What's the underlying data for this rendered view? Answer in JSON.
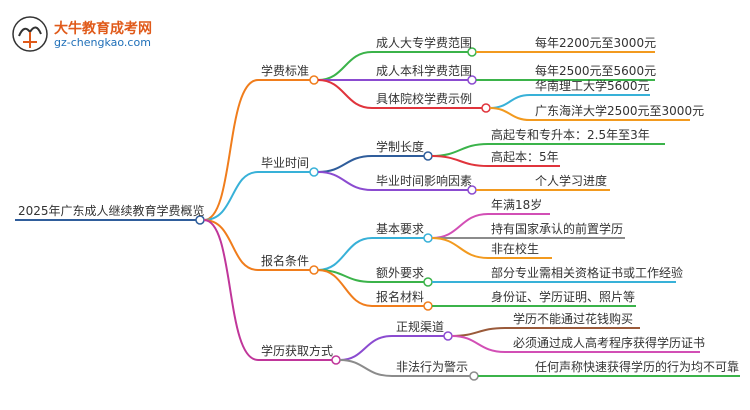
{
  "logo": {
    "name": "大牛教育成考网",
    "url": "gz-chengkao.com"
  },
  "colors": {
    "root": "#2f5d9b",
    "fees": "#f07d1c",
    "duration": "#38b1d8",
    "registration": "#f07d1c",
    "degree": "#c0369a",
    "green": "#3bb34a",
    "purple": "#8b4bd0",
    "red": "#e0343c",
    "magenta": "#d24fb5",
    "leaf_orange": "#f29a1f"
  },
  "mindmap": {
    "root": "2025年广东成人继续教育学费概览",
    "branches": [
      {
        "label": "学费标准",
        "children": [
          {
            "label": "成人大专学费范围",
            "leaves": [
              "每年2200元至3000元"
            ]
          },
          {
            "label": "成人本科学费范围",
            "leaves": [
              "每年2500元至5600元"
            ]
          },
          {
            "label": "具体院校学费示例",
            "leaves": [
              "华南理工大学5600元",
              "广东海洋大学2500元至3000元"
            ]
          }
        ]
      },
      {
        "label": "毕业时间",
        "children": [
          {
            "label": "学制长度",
            "leaves": [
              "高起专和专升本：2.5年至3年",
              "高起本：5年"
            ]
          },
          {
            "label": "毕业时间影响因素",
            "leaves": [
              "个人学习进度"
            ]
          }
        ]
      },
      {
        "label": "报名条件",
        "children": [
          {
            "label": "基本要求",
            "leaves": [
              "年满18岁",
              "持有国家承认的前置学历",
              "非在校生"
            ]
          },
          {
            "label": "额外要求",
            "leaves": [
              "部分专业需相关资格证书或工作经验"
            ]
          },
          {
            "label": "报名材料",
            "leaves": [
              "身份证、学历证明、照片等"
            ]
          }
        ]
      },
      {
        "label": "学历获取方式",
        "children": [
          {
            "label": "正规渠道",
            "leaves": [
              "学历不能通过花钱购买",
              "必须通过成人高考程序获得学历证书"
            ]
          },
          {
            "label": "非法行为警示",
            "leaves": [
              "任何声称快速获得学历的行为均不可靠"
            ]
          }
        ]
      }
    ]
  }
}
